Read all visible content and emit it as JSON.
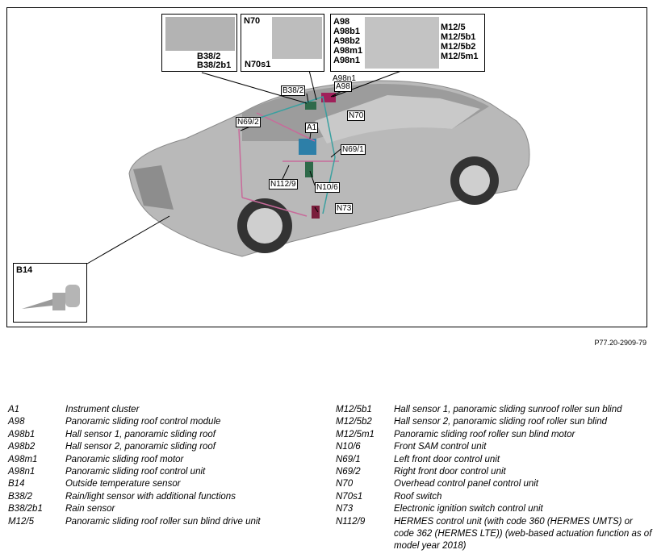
{
  "diagram": {
    "figure_id": "P77.20-2909-79",
    "insets": {
      "b38": {
        "labels": [
          "B38/2",
          "B38/2b1"
        ]
      },
      "n70": {
        "title": "N70",
        "labels": [
          "N70s1"
        ]
      },
      "a98": {
        "left_labels": [
          "A98",
          "A98b1",
          "A98b2",
          "A98m1",
          "A98n1"
        ],
        "right_labels": [
          "M12/5",
          "M12/5b1",
          "M12/5b2",
          "M12/5m1"
        ]
      },
      "b14": {
        "title": "B14"
      }
    },
    "callouts": {
      "b38_2": "B38/2",
      "a98n1": "A98n1",
      "a98": "A98",
      "n70": "N70",
      "n69_2": "N69/2",
      "a1": "A1",
      "n69_1": "N69/1",
      "n112_9": "N112/9",
      "n10_6": "N10/6",
      "n73": "N73"
    }
  },
  "legend_left": [
    {
      "code": "A1",
      "desc": "Instrument cluster"
    },
    {
      "code": "A98",
      "desc": "Panoramic sliding roof control module"
    },
    {
      "code": "A98b1",
      "desc": "Hall sensor 1, panoramic sliding roof"
    },
    {
      "code": "A98b2",
      "desc": "Hall sensor 2, panoramic sliding roof"
    },
    {
      "code": "A98m1",
      "desc": "Panoramic sliding roof motor"
    },
    {
      "code": "A98n1",
      "desc": "Panoramic sliding roof control unit"
    },
    {
      "code": "B14",
      "desc": "Outside temperature sensor"
    },
    {
      "code": "B38/2",
      "desc": "Rain/light sensor with additional functions"
    },
    {
      "code": "B38/2b1",
      "desc": "Rain sensor"
    },
    {
      "code": "M12/5",
      "desc": "Panoramic sliding roof roller sun blind drive unit"
    }
  ],
  "legend_right": [
    {
      "code": "M12/5b1",
      "desc": "Hall sensor 1, panoramic sliding sunroof roller sun blind"
    },
    {
      "code": "M12/5b2",
      "desc": "Hall sensor 2, panoramic sliding roof roller sun blind"
    },
    {
      "code": "M12/5m1",
      "desc": "Panoramic sliding roof roller sun blind motor"
    },
    {
      "code": "N10/6",
      "desc": "Front SAM control unit"
    },
    {
      "code": "N69/1",
      "desc": "Left front door control unit"
    },
    {
      "code": "N69/2",
      "desc": "Right front door control unit"
    },
    {
      "code": "N70",
      "desc": "Overhead control panel control unit"
    },
    {
      "code": "N70s1",
      "desc": "Roof switch"
    },
    {
      "code": "N73",
      "desc": "Electronic ignition switch control unit"
    },
    {
      "code": "N112/9",
      "desc": "HERMES control unit (with code 360 (HERMES UMTS) or code 362 (HERMES LTE)) (web-based actuation function as of model year 2018)"
    }
  ]
}
